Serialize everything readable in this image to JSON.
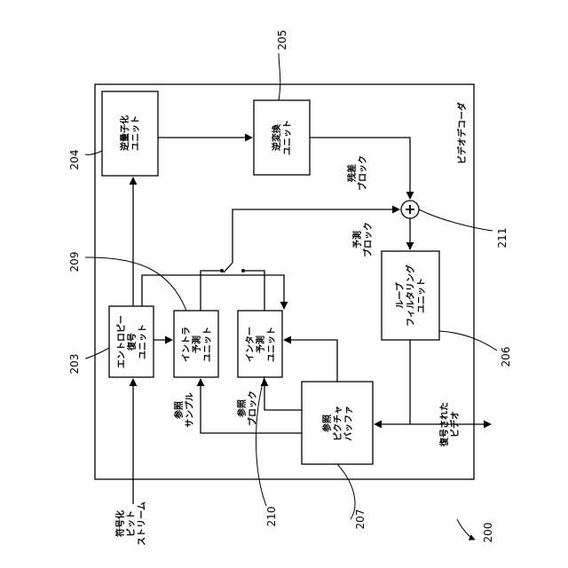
{
  "figure_number": "200",
  "frame": {
    "title": "ビデオデコーダ"
  },
  "blocks": {
    "entropy": {
      "ref": "203",
      "lines": [
        "エントロピー",
        "復号",
        "ユニット"
      ]
    },
    "inverse_quant": {
      "ref": "204",
      "lines": [
        "逆量子化",
        "ユニット"
      ]
    },
    "inverse_transform": {
      "ref": "205",
      "lines": [
        "逆変換",
        "ユニット"
      ]
    },
    "loop_filter": {
      "ref": "206",
      "lines": [
        "ループ",
        "フィルタリング",
        "ユニット"
      ]
    },
    "ref_picture_buffer": {
      "ref": "207",
      "lines": [
        "参照",
        "ピクチャ",
        "バッファ"
      ]
    },
    "intra": {
      "ref": "209",
      "lines": [
        "イントラ",
        "予測",
        "ユニット"
      ]
    },
    "inter": {
      "ref": "210",
      "lines": [
        "インター",
        "予測",
        "ユニット"
      ]
    },
    "adder": {
      "ref": "211"
    }
  },
  "signals": {
    "bitstream": [
      "符号化",
      "ビット",
      "ストリーム"
    ],
    "residual": [
      "残差",
      "ブロック"
    ],
    "prediction": [
      "予測",
      "ブロック"
    ],
    "ref_samples": [
      "参照",
      "サンプル"
    ],
    "ref_block": [
      "参照",
      "ブロック"
    ],
    "decoded_video": [
      "復号された",
      "ビデオ"
    ]
  }
}
